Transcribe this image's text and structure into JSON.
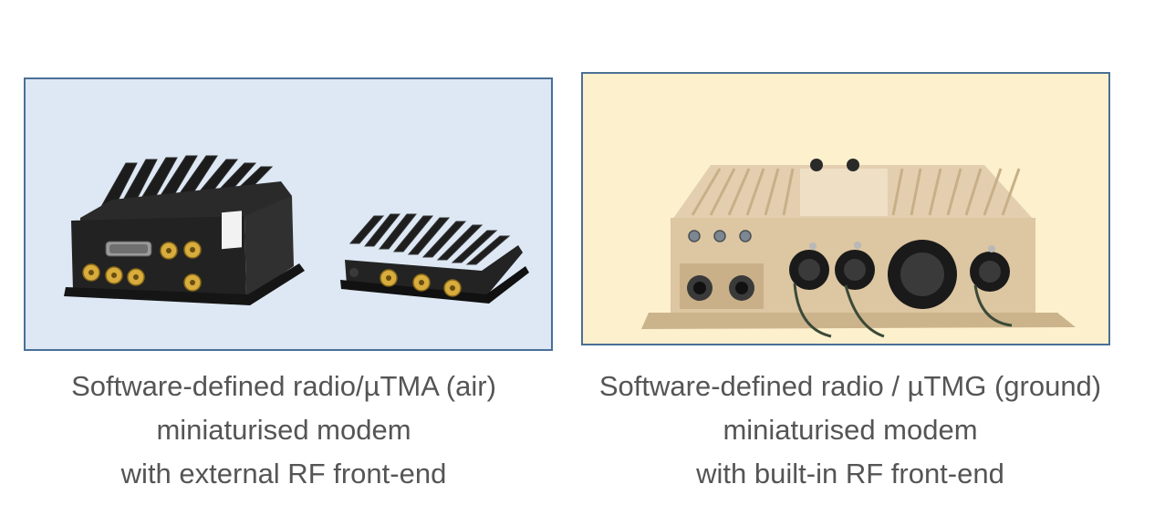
{
  "left": {
    "caption_lines": [
      "Software-defined radio/µTMA (air)",
      "miniaturised modem",
      "with external RF front-end"
    ],
    "background_color": "#dde8f4"
  },
  "right": {
    "caption_lines": [
      "Software-defined radio / µTMG (ground)",
      "miniaturised modem",
      "with built-in RF front-end"
    ],
    "background_color": "#fdf0cd"
  },
  "border_color": "#4a6f95",
  "text_color": "#555555"
}
